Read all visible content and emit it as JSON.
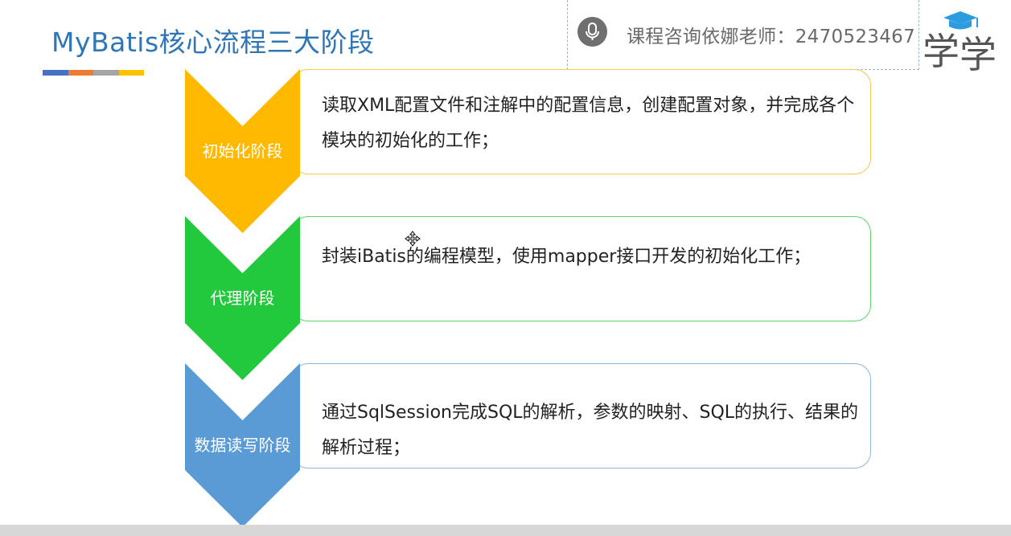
{
  "header": {
    "title": "MyBatis核心流程三大阶段",
    "title_bar_colors": [
      "#4472c4",
      "#ed7d31",
      "#a5a5a5",
      "#ffc000"
    ]
  },
  "consult": {
    "icon": "microphone-icon",
    "text": "课程咨询依娜老师：2470523467"
  },
  "logo": {
    "icon": "graduation-cap-icon",
    "text": "学"
  },
  "stages": [
    {
      "label": "初始化阶段",
      "color": "#ffb900",
      "text": "读取XML配置文件和注解中的配置信息，创建配置对象，并完成各个模块的初始化的工作；"
    },
    {
      "label": "代理阶段",
      "color": "#22c93c",
      "text": "封装iBatis的编程模型，使用mapper接口开发的初始化工作；"
    },
    {
      "label": "数据读写阶段",
      "color": "#5b9bd5",
      "text": "通过SqlSession完成SQL的解析，参数的映射、SQL的执行、结果的解析过程；"
    }
  ],
  "cursor": {
    "icon": "move-cursor-icon"
  }
}
